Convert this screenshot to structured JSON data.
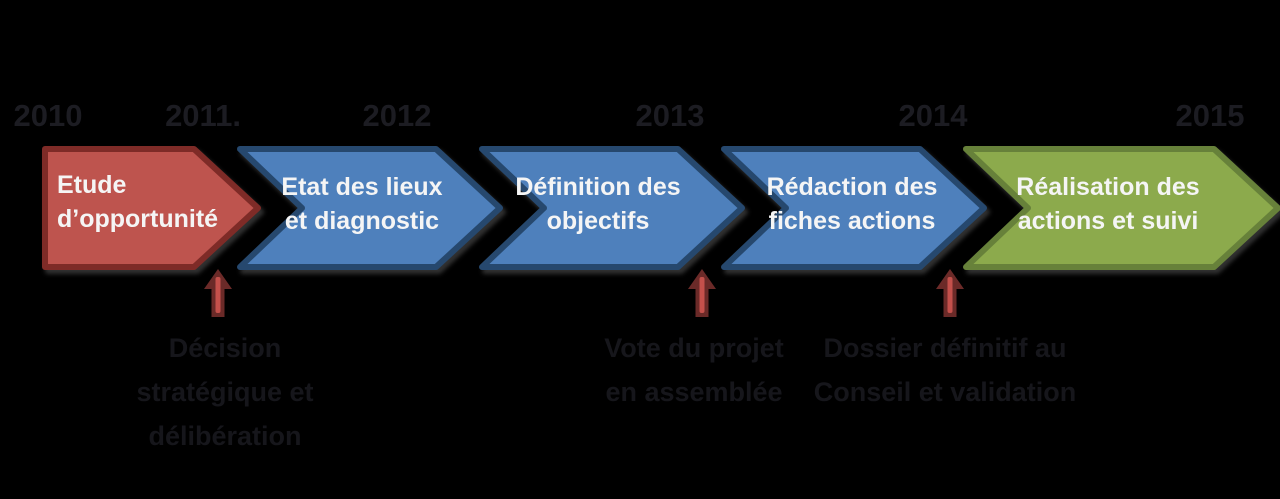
{
  "colors": {
    "background": "#000000",
    "phase_red": "#BE544E",
    "phase_red_border": "#7E2B27",
    "phase_blue": "#4E80BC",
    "phase_blue_border": "#26486E",
    "phase_green": "#8CAA4C",
    "phase_green_border": "#67813A",
    "marker_body": "#6B2A28",
    "marker_stripe": "#C4504B",
    "year_text": "#1C1C22",
    "note_text": "#16161B",
    "phase_label_text": "#F5F5F5"
  },
  "years": [
    "2010",
    "2011.",
    "2012",
    "2013",
    "2014",
    "2015"
  ],
  "phases": [
    {
      "lines": [
        "Etude",
        "d’opportunité"
      ]
    },
    {
      "lines": [
        "Etat des lieux",
        "et diagnostic"
      ]
    },
    {
      "lines": [
        "Définition des",
        "objectifs"
      ]
    },
    {
      "lines": [
        "Rédaction des",
        "fiches actions"
      ]
    },
    {
      "lines": [
        "Réalisation des",
        "actions et suivi"
      ]
    }
  ],
  "milestones": [
    {
      "lines": [
        "Décision",
        "stratégique et",
        "délibération"
      ]
    },
    {
      "lines": [
        "Vote du projet",
        "en assemblée"
      ]
    },
    {
      "lines": [
        "Dossier définitif au",
        "Conseil et validation"
      ]
    }
  ]
}
